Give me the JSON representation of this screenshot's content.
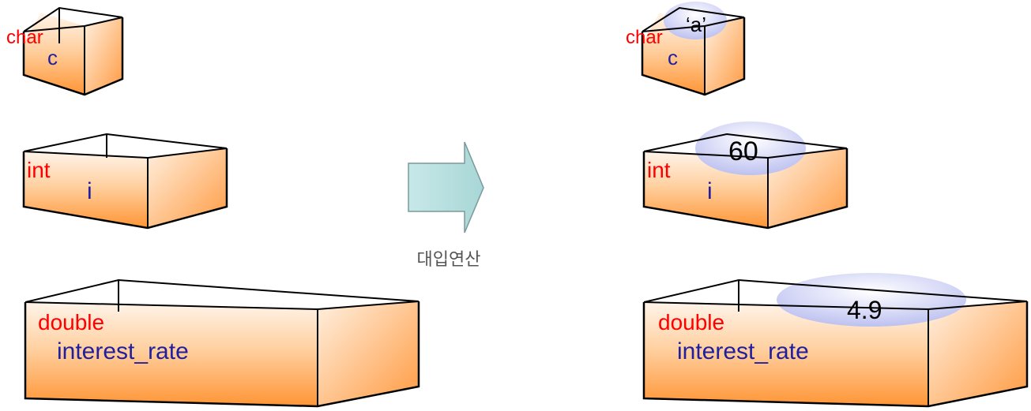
{
  "colors": {
    "type_text": "#ff0000",
    "var_text": "#1f1fa0",
    "box_top_fill": "#ffe6cc",
    "box_bottom_fill": "#ff9a40",
    "value_blob": "#c9ccf2",
    "arrow_fill": "#bfe3e3"
  },
  "before": {
    "char": {
      "type": "char",
      "name": "c"
    },
    "int": {
      "type": "int",
      "name": "i"
    },
    "double": {
      "type": "double",
      "name": "interest_rate"
    }
  },
  "operation": {
    "label": "대입연산",
    "icon": "right-arrow-icon"
  },
  "after": {
    "char": {
      "type": "char",
      "name": "c",
      "value": "‘a’"
    },
    "int": {
      "type": "int",
      "name": "i",
      "value": "60"
    },
    "double": {
      "type": "double",
      "name": "interest_rate",
      "value": "4.9"
    }
  }
}
